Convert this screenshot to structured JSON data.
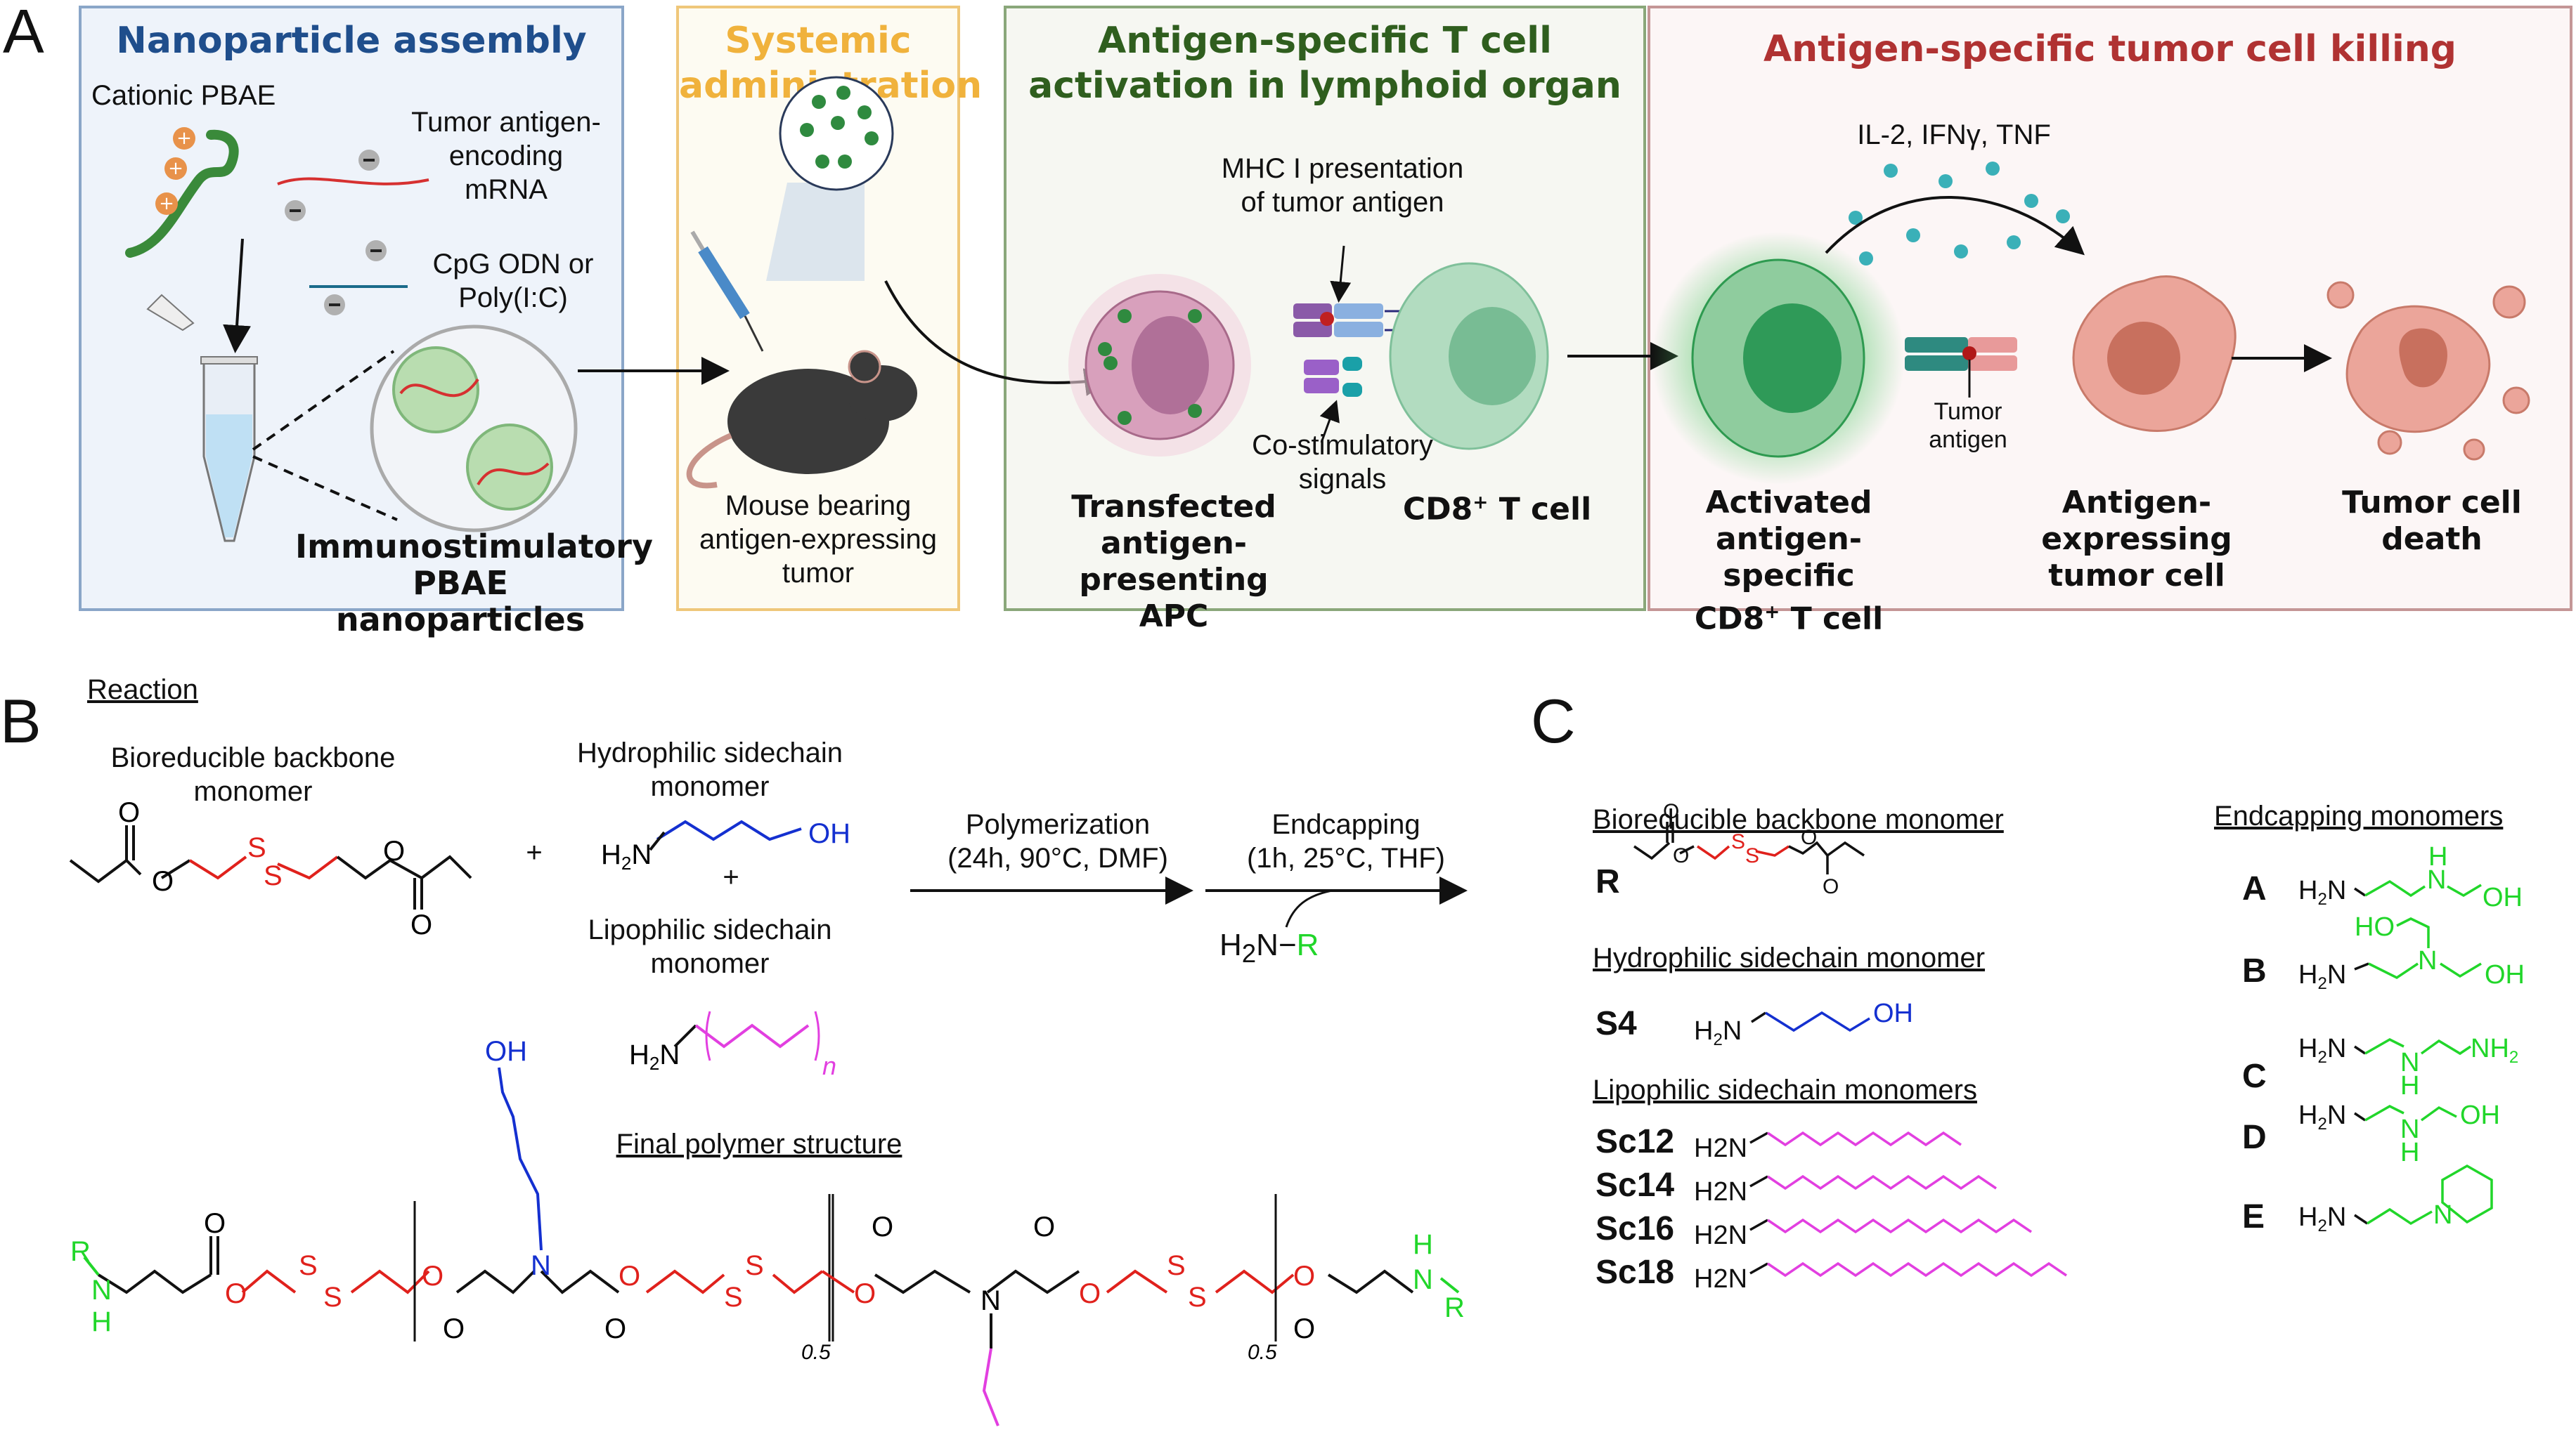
{
  "panel_a": {
    "letter": "A",
    "step1": {
      "title": "Nanoparticle assembly",
      "cationic": "Cationic PBAE",
      "mrna_1": "Tumor antigen-",
      "mrna_2": "encoding",
      "mrna_3": "mRNA",
      "adj_1": "CpG ODN or",
      "adj_2": "Poly(I:C)",
      "np_1": "Immunostimulatory",
      "np_2": "PBAE nanoparticles",
      "plus_symbol": "+",
      "minus_symbol": "−"
    },
    "step2": {
      "title_1": "Systemic",
      "title_2": "administration",
      "mouse_1": "Mouse bearing",
      "mouse_2": "antigen-expressing",
      "mouse_3": "tumor"
    },
    "step3": {
      "title_1": "Antigen-specific T cell",
      "title_2": "activation in lymphoid organ",
      "mhc_1": "MHC I presentation",
      "mhc_2": "of tumor antigen",
      "costim_1": "Co-stimulatory",
      "costim_2": "signals",
      "apc_1": "Transfected",
      "apc_2": "antigen-presenting",
      "apc_3": "APC",
      "tcell": "CD8",
      "tcell_sup": "+",
      "tcell_rest": " T cell"
    },
    "step4": {
      "title": "Antigen-specific tumor cell killing",
      "cytokines": "IL-2, IFNγ, TNF",
      "tumor_antigen_1": "Tumor",
      "tumor_antigen_2": "antigen",
      "activated_1": "Activated",
      "activated_2": "antigen-specific",
      "activated_3": "CD8",
      "activated_sup": "+",
      "activated_rest": " T cell",
      "tumor_1": "Antigen-expressing",
      "tumor_2": "tumor cell",
      "death_1": "Tumor cell",
      "death_2": "death"
    },
    "colors": {
      "step1_title": "#1f4e8c",
      "step1_bg": "#eef3fa",
      "step1_border": "#8aa6c8",
      "step2_title": "#f0b23c",
      "step2_bg": "#fdfbf2",
      "step2_border": "#efc77a",
      "step3_title": "#2f5e1e",
      "step3_bg": "#f6f7f2",
      "step3_border": "#8aa77a",
      "step4_title": "#b03232",
      "step4_bg": "#fcf6f6",
      "step4_border": "#c49696"
    }
  },
  "panel_b": {
    "letter": "B",
    "reaction_heading": "Reaction",
    "backbone_1": "Bioreducible backbone",
    "backbone_2": "monomer",
    "hydrophilic_1": "Hydrophilic sidechain",
    "hydrophilic_2": "monomer",
    "lipophilic_1": "Lipophilic sidechain",
    "lipophilic_2": "monomer",
    "plus": "+",
    "step1_1": "Polymerization",
    "step1_2": "(24h, 90°C, DMF)",
    "step2_1": "Endcapping",
    "step2_2": "(1h, 25°C, THF)",
    "endcap_reagent_a": "H",
    "endcap_reagent_sub": "2",
    "endcap_reagent_b": "N−",
    "endcap_reagent_r": "R",
    "h2n_h": "H",
    "h2n_sub": "2",
    "h2n_n": "N",
    "oh": "OH",
    "n_label": "n",
    "final_heading": "Final polymer structure",
    "repeat_subscript": "0.5",
    "atoms": {
      "O": "O",
      "S": "S",
      "N": "N",
      "H": "H",
      "R": "R"
    },
    "colors": {
      "disulfide": "#e0211c",
      "hydrophilic": "#1430d0",
      "lipophilic": "#e23fe0",
      "endcap": "#21d62a"
    }
  },
  "panel_c": {
    "letter": "C",
    "backbone_heading": "Bioreducible backbone monomer",
    "backbone_code": "R",
    "hydrophilic_heading": "Hydrophilic sidechain monomer",
    "hydrophilic_code": "S4",
    "lipophilic_heading": "Lipophilic sidechain monomers",
    "lipophilic": [
      {
        "code": "Sc12",
        "carbons": 12
      },
      {
        "code": "Sc14",
        "carbons": 14
      },
      {
        "code": "Sc16",
        "carbons": 16
      },
      {
        "code": "Sc18",
        "carbons": 18
      }
    ],
    "endcap_heading": "Endcapping monomers",
    "endcaps": [
      {
        "code": "A"
      },
      {
        "code": "B"
      },
      {
        "code": "C"
      },
      {
        "code": "D"
      },
      {
        "code": "E"
      }
    ],
    "nh2": "NH",
    "nh2_sub": "2",
    "ho": "HO"
  }
}
